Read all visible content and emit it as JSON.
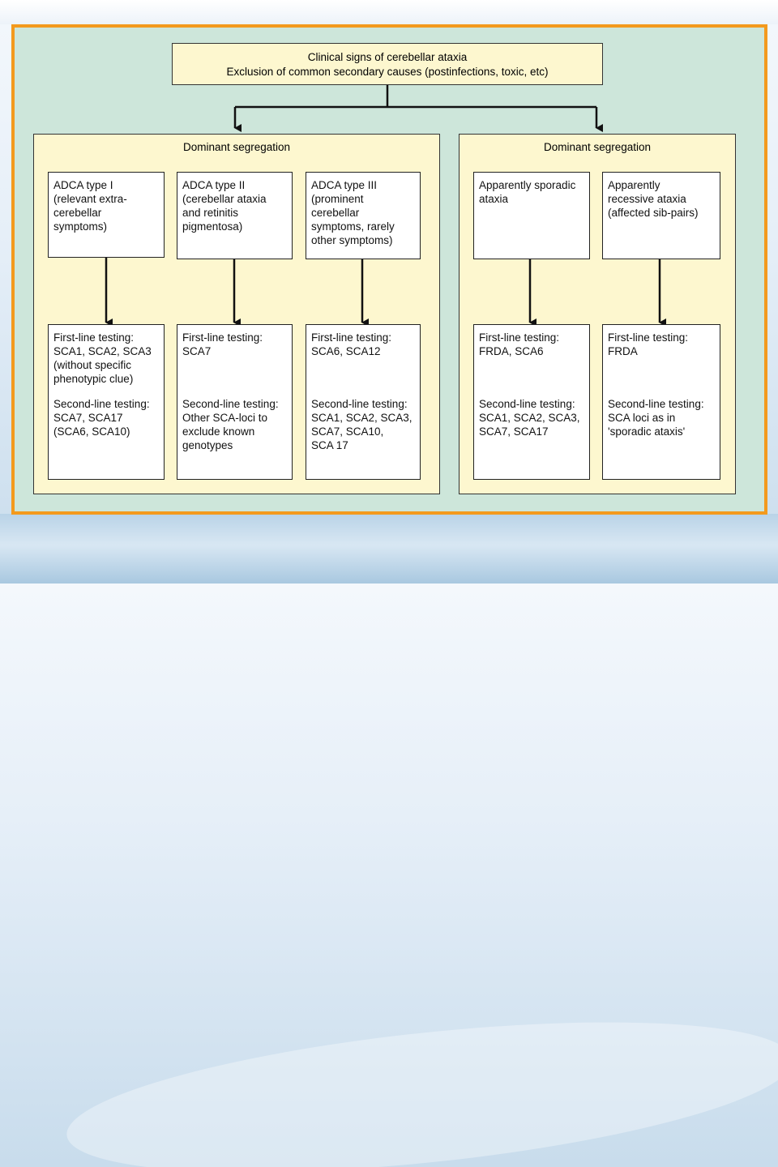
{
  "top_box": {
    "line1": "Clinical signs of cerebellar ataxia",
    "line2": "Exclusion of common secondary causes (postinfections, toxic, etc)"
  },
  "left_panel": {
    "title": "Dominant segregation",
    "types": [
      {
        "lines": [
          "ADCA type I",
          "(relevant extra-",
          "cerebellar",
          "symptoms)"
        ]
      },
      {
        "lines": [
          "ADCA type II",
          "(cerebellar ataxia",
          "and retinitis",
          "pigmentosa)"
        ]
      },
      {
        "lines": [
          "ADCA type III",
          "(prominent",
          "cerebellar",
          "symptoms, rarely",
          "other symptoms)"
        ]
      }
    ],
    "tests": [
      {
        "first": [
          "First-line testing:",
          "SCA1, SCA2, SCA3",
          "(without specific",
          "phenotypic clue)"
        ],
        "second": [
          "Second-line testing:",
          "SCA7, SCA17",
          "(SCA6, SCA10)"
        ]
      },
      {
        "first": [
          "First-line testing:",
          "SCA7"
        ],
        "second": [
          "Second-line testing:",
          "Other SCA-loci to",
          "exclude known",
          "genotypes"
        ]
      },
      {
        "first": [
          "First-line testing:",
          "SCA6, SCA12"
        ],
        "second": [
          "Second-line testing:",
          "SCA1, SCA2, SCA3,",
          "SCA7, SCA10,",
          "SCA 17"
        ]
      }
    ]
  },
  "right_panel": {
    "title": "Dominant segregation",
    "types": [
      {
        "lines": [
          "Apparently sporadic",
          "ataxia"
        ]
      },
      {
        "lines": [
          "Apparently",
          "recessive ataxia",
          "(affected sib-pairs)"
        ]
      }
    ],
    "tests": [
      {
        "first": [
          "First-line testing:",
          "FRDA, SCA6"
        ],
        "second": [
          "Second-line testing:",
          "SCA1, SCA2, SCA3,",
          "SCA7, SCA17"
        ]
      },
      {
        "first": [
          "First-line testing:",
          "FRDA"
        ],
        "second": [
          "Second-line testing:",
          "SCA loci as in",
          "'sporadic ataxis'"
        ]
      }
    ]
  },
  "colors": {
    "frame_border": "#f39a1d",
    "frame_fill": "#cde6da",
    "panel_fill": "#fdf7cf"
  }
}
